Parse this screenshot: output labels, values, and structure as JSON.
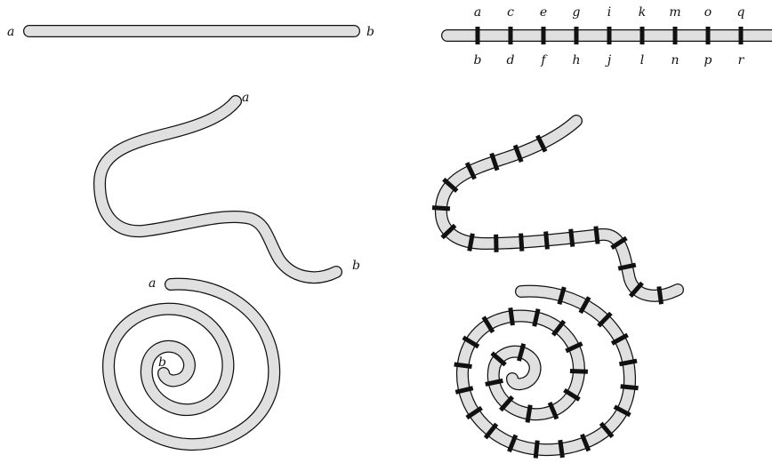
{
  "figure": {
    "straight_plain": {
      "labels": [
        "a",
        "b"
      ]
    },
    "straight_marked": {
      "top_labels": [
        "a",
        "c",
        "e",
        "g",
        "i",
        "k",
        "m",
        "o",
        "q"
      ],
      "bottom_labels": [
        "b",
        "d",
        "f",
        "h",
        "j",
        "l",
        "n",
        "p",
        "r"
      ]
    },
    "wavy_plain": {
      "labels": [
        "a",
        "b"
      ]
    },
    "spiral_plain": {
      "labels": [
        "a",
        "b"
      ]
    }
  },
  "colors": {
    "tube_fill": "#e0e0e0",
    "outline": "#111111",
    "marks": "#111111"
  }
}
